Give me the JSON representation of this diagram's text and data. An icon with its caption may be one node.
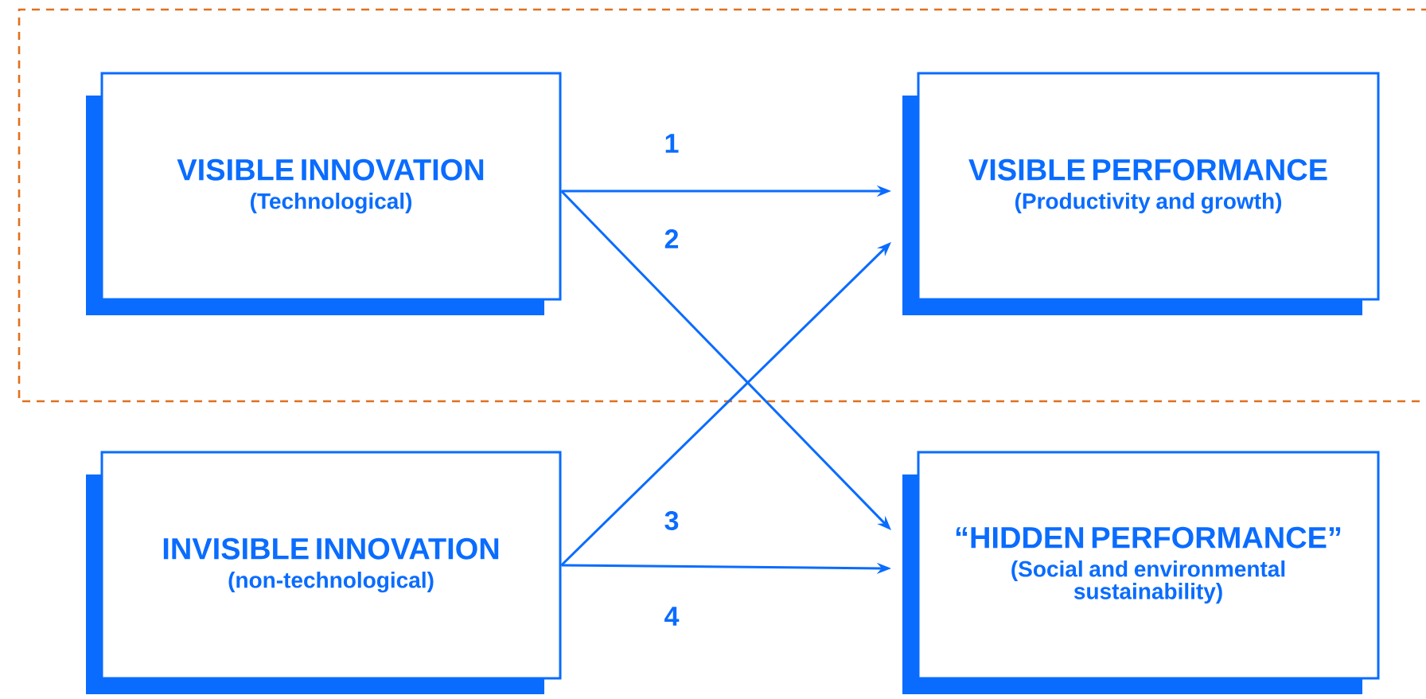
{
  "diagram": {
    "nodes": [
      {
        "text": [
          "VISIBLE INNOVATION",
          "(Technological)"
        ]
      },
      {
        "text": [
          "VISIBLE PERFORMANCE",
          "(Productivity and growth)"
        ]
      },
      {
        "text": [
          "INVISIBLE INNOVATION",
          "(non-technological)"
        ]
      },
      {
        "text": [
          "“HIDDEN PERFORMANCE”",
          "(Social and environmental sustainability)"
        ]
      }
    ],
    "edges": [
      {
        "from": 0,
        "to": 1,
        "arrow": "to",
        "label": "1"
      },
      {
        "from": 0,
        "to": 3,
        "arrow": "to",
        "label": "2"
      },
      {
        "from": 2,
        "to": 1,
        "arrow": "to",
        "label": "3"
      },
      {
        "from": 2,
        "to": 3,
        "arrow": "to",
        "label": "4"
      }
    ]
  }
}
